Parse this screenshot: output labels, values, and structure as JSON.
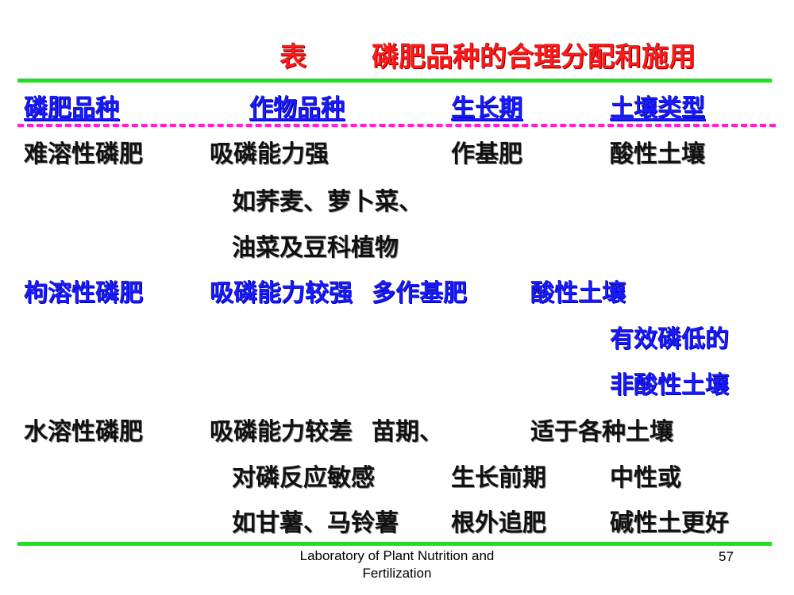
{
  "title": {
    "prefix": "表",
    "text": "磷肥品种的合理分配和施用"
  },
  "header": {
    "col1": "磷肥品种",
    "col2": "作物品种",
    "col3": "生长期",
    "col4": "土壤类型"
  },
  "rows": [
    {
      "type": "难溶性磷肥",
      "crop": [
        "吸磷能力强",
        "如荞麦、萝卜菜、",
        "油菜及豆科植物"
      ],
      "stage": [
        "作基肥"
      ],
      "soil": [
        "酸性土壤"
      ]
    },
    {
      "type": "枸溶性磷肥",
      "crop": [
        "吸磷能力较强"
      ],
      "stage": [
        "多作基肥"
      ],
      "soil": [
        "酸性土壤",
        "有效磷低的",
        "非酸性土壤"
      ]
    },
    {
      "type": "水溶性磷肥",
      "crop": [
        "吸磷能力较差",
        "对磷反应敏感",
        "如甘薯、马铃薯"
      ],
      "stage": [
        "苗期、",
        "生长前期",
        "根外追肥"
      ],
      "soil": [
        "适于各种土壤",
        "中性或",
        "碱性土更好"
      ]
    }
  ],
  "footer": {
    "line1": "Laboratory of Plant Nutrition and",
    "line2": "Fertilization",
    "page": "57"
  },
  "colors": {
    "title": "#ff1a1a",
    "header": "#1a1aff",
    "rule_green": "#22dd22",
    "rule_dash": "#ff22cc"
  }
}
